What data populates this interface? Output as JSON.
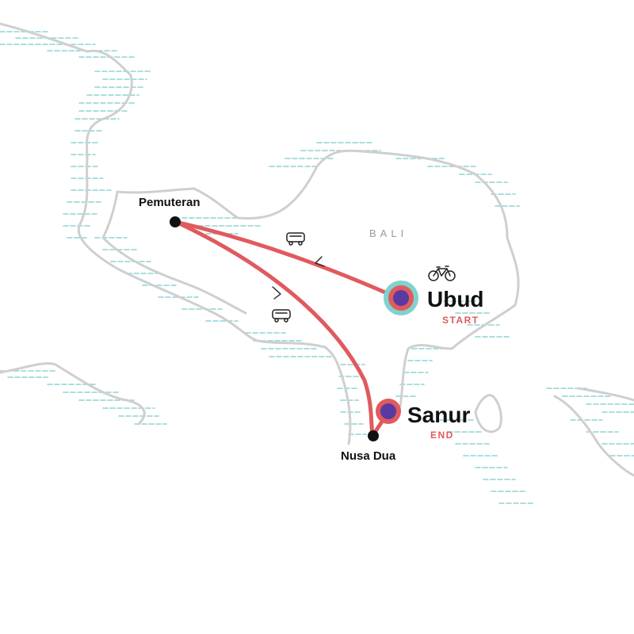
{
  "map": {
    "region_label": "BALI",
    "colors": {
      "route": "#e05a5e",
      "marker_fill": "#5a3aa0",
      "start_ring": "#7fd3cc",
      "water_hatch": "#8fd3d3",
      "coastline": "#cfcfcf",
      "stop_dot": "#111111"
    },
    "places": {
      "pemuteran": {
        "label": "Pemuteran",
        "kind": "stop"
      },
      "nusa_dua": {
        "label": "Nusa Dua",
        "kind": "stop"
      },
      "ubud": {
        "label": "Ubud",
        "tag": "START",
        "kind": "start"
      },
      "sanur": {
        "label": "Sanur",
        "tag": "END",
        "kind": "end"
      }
    },
    "transport_icons": [
      "bus-icon",
      "bus-icon",
      "bicycle-icon"
    ],
    "route_order": [
      "Ubud",
      "Pemuteran",
      "Nusa Dua",
      "Sanur"
    ]
  }
}
